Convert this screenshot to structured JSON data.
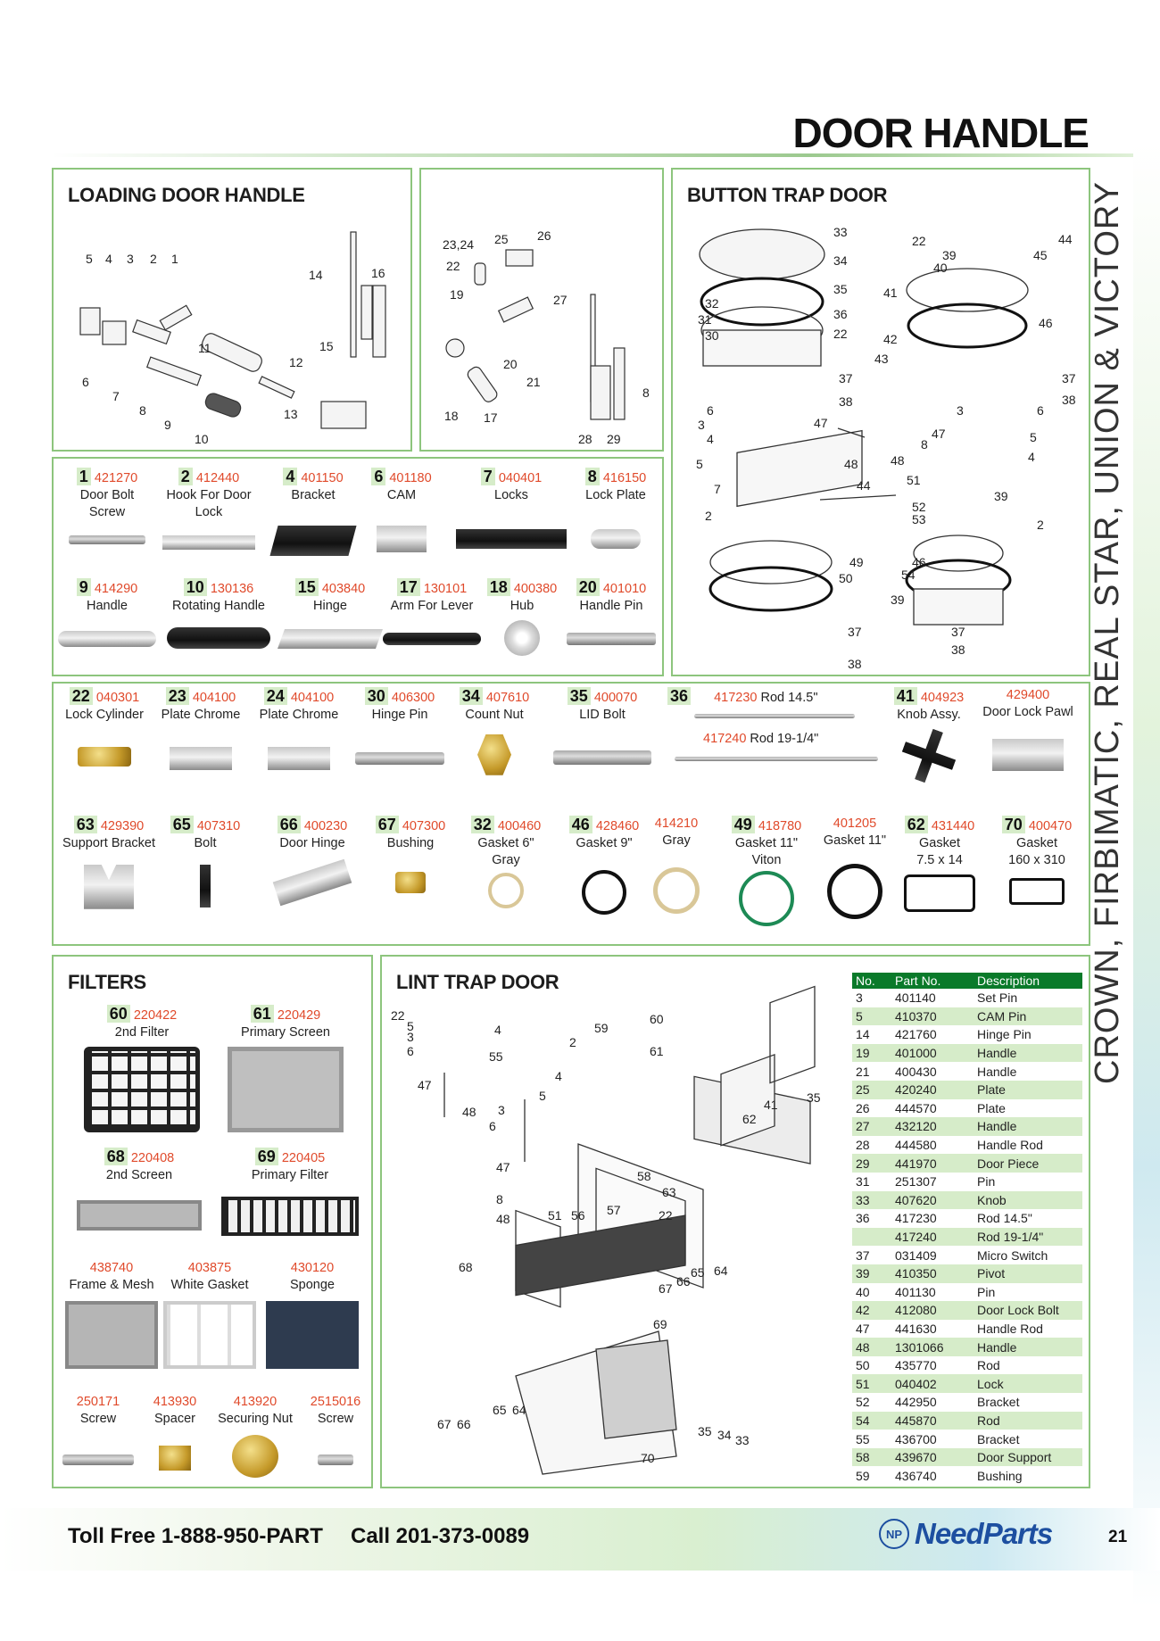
{
  "title": "DOOR HANDLE",
  "side_text": "CROWN, FIRBIMATIC, REAL STAR, UNION & VICTORY",
  "panels": {
    "loading": "LOADING DOOR HANDLE",
    "button": "BUTTON TRAP DOOR",
    "filters": "FILTERS",
    "lint": "LINT TRAP DOOR"
  },
  "loading_callouts": [
    "5",
    "4",
    "3",
    "2",
    "1",
    "14",
    "16",
    "15",
    "11",
    "12",
    "6",
    "7",
    "8",
    "9",
    "10",
    "13"
  ],
  "mid_callouts": [
    "23,24",
    "25",
    "26",
    "22",
    "19",
    "27",
    "20",
    "21",
    "18",
    "17",
    "28",
    "29",
    "8"
  ],
  "button_callouts": [
    "33",
    "34",
    "35",
    "36",
    "22",
    "32",
    "31",
    "30",
    "37",
    "38",
    "22",
    "44",
    "39",
    "45",
    "40",
    "41",
    "46",
    "42",
    "43",
    "37",
    "38",
    "6",
    "3",
    "4",
    "47",
    "5",
    "48",
    "7",
    "44",
    "2",
    "49",
    "50",
    "37",
    "38",
    "3",
    "6",
    "47",
    "8",
    "5",
    "48",
    "4",
    "51",
    "39",
    "52",
    "53",
    "2",
    "46",
    "54",
    "39",
    "37",
    "38"
  ],
  "row1": [
    {
      "num": "1",
      "code": "421270",
      "desc": "Door Bolt Screw"
    },
    {
      "num": "2",
      "code": "412440",
      "desc": "Hook For Door Lock"
    },
    {
      "num": "4",
      "code": "401150",
      "desc": "Bracket"
    },
    {
      "num": "6",
      "code": "401180",
      "desc": "CAM"
    },
    {
      "num": "7",
      "code": "040401",
      "desc": "Locks"
    },
    {
      "num": "8",
      "code": "416150",
      "desc": "Lock Plate"
    }
  ],
  "row2": [
    {
      "num": "9",
      "code": "414290",
      "desc": "Handle"
    },
    {
      "num": "10",
      "code": "130136",
      "desc": "Rotating Handle"
    },
    {
      "num": "15",
      "code": "403840",
      "desc": "Hinge"
    },
    {
      "num": "17",
      "code": "130101",
      "desc": "Arm For Lever"
    },
    {
      "num": "18",
      "code": "400380",
      "desc": "Hub"
    },
    {
      "num": "20",
      "code": "401010",
      "desc": "Handle Pin"
    }
  ],
  "row3": [
    {
      "num": "22",
      "code": "040301",
      "desc": "Lock Cylinder"
    },
    {
      "num": "23",
      "code": "404100",
      "desc": "Plate Chrome"
    },
    {
      "num": "24",
      "code": "404100",
      "desc": "Plate Chrome"
    },
    {
      "num": "30",
      "code": "406300",
      "desc": "Hinge Pin"
    },
    {
      "num": "34",
      "code": "407610",
      "desc": "Count Nut"
    },
    {
      "num": "35",
      "code": "400070",
      "desc": "LID Bolt"
    }
  ],
  "rod36": {
    "num": "36",
    "code1": "417230",
    "desc1": "Rod 14.5\"",
    "code2": "417240",
    "desc2": "Rod 19-1/4\""
  },
  "row3b": [
    {
      "num": "41",
      "code": "404923",
      "desc": "Knob Assy."
    },
    {
      "num": "",
      "code": "429400",
      "desc": "Door Lock Pawl"
    }
  ],
  "row4": [
    {
      "num": "63",
      "code": "429390",
      "desc": "Support Bracket"
    },
    {
      "num": "65",
      "code": "407310",
      "desc": "Bolt"
    },
    {
      "num": "66",
      "code": "400230",
      "desc": "Door Hinge"
    },
    {
      "num": "67",
      "code": "407300",
      "desc": "Bushing"
    },
    {
      "num": "32",
      "code": "400460",
      "desc": "Gasket 6\" Gray"
    },
    {
      "num": "46",
      "code": "428460",
      "desc": "Gasket 9\""
    },
    {
      "num": "",
      "code": "414210",
      "desc": "Gray"
    },
    {
      "num": "49",
      "code": "418780",
      "desc": "Gasket 11\" Viton"
    },
    {
      "num": "",
      "code": "401205",
      "desc": "Gasket 11\""
    },
    {
      "num": "62",
      "code": "431440",
      "desc": "Gasket 7.5 x 14"
    },
    {
      "num": "70",
      "code": "400470",
      "desc": "Gasket 160 x 310"
    }
  ],
  "filters": [
    {
      "num": "60",
      "code": "220422",
      "desc": "2nd Filter"
    },
    {
      "num": "61",
      "code": "220429",
      "desc": "Primary Screen"
    },
    {
      "num": "68",
      "code": "220408",
      "desc": "2nd Screen"
    },
    {
      "num": "69",
      "code": "220405",
      "desc": "Primary Filter"
    }
  ],
  "filter_parts": [
    {
      "code": "438740",
      "desc": "Frame & Mesh"
    },
    {
      "code": "403875",
      "desc": "White Gasket"
    },
    {
      "code": "430120",
      "desc": "Sponge"
    }
  ],
  "hardware": [
    {
      "code": "250171",
      "desc": "Screw"
    },
    {
      "code": "413930",
      "desc": "Spacer"
    },
    {
      "code": "413920",
      "desc": "Securing Nut"
    },
    {
      "code": "2515016",
      "desc": "Screw"
    }
  ],
  "lint_callouts": [
    "22",
    "5",
    "3",
    "6",
    "4",
    "55",
    "47",
    "48",
    "2",
    "59",
    "60",
    "61",
    "5",
    "4",
    "3",
    "6",
    "35",
    "41",
    "62",
    "47",
    "8",
    "48",
    "51",
    "56",
    "57",
    "58",
    "63",
    "22",
    "68",
    "65",
    "64",
    "67",
    "66",
    "69",
    "65",
    "64",
    "67",
    "66",
    "35",
    "34",
    "33",
    "70"
  ],
  "table": {
    "headers": [
      "No.",
      "Part No.",
      "Description"
    ],
    "rows": [
      [
        "3",
        "401140",
        "Set Pin"
      ],
      [
        "5",
        "410370",
        "CAM Pin"
      ],
      [
        "14",
        "421760",
        "Hinge Pin"
      ],
      [
        "19",
        "401000",
        "Handle"
      ],
      [
        "21",
        "400430",
        "Handle"
      ],
      [
        "25",
        "420240",
        "Plate"
      ],
      [
        "26",
        "444570",
        "Plate"
      ],
      [
        "27",
        "432120",
        "Handle"
      ],
      [
        "28",
        "444580",
        "Handle Rod"
      ],
      [
        "29",
        "441970",
        "Door Piece"
      ],
      [
        "31",
        "251307",
        "Pin"
      ],
      [
        "33",
        "407620",
        "Knob"
      ],
      [
        "36",
        "417230",
        "Rod 14.5\""
      ],
      [
        "",
        "417240",
        "Rod 19-1/4\""
      ],
      [
        "37",
        "031409",
        "Micro Switch"
      ],
      [
        "39",
        "410350",
        "Pivot"
      ],
      [
        "40",
        "401130",
        "Pin"
      ],
      [
        "42",
        "412080",
        "Door Lock Bolt"
      ],
      [
        "47",
        "441630",
        "Handle Rod"
      ],
      [
        "48",
        "1301066",
        "Handle"
      ],
      [
        "50",
        "435770",
        "Rod"
      ],
      [
        "51",
        "040402",
        "Lock"
      ],
      [
        "52",
        "442950",
        "Bracket"
      ],
      [
        "54",
        "445870",
        "Rod"
      ],
      [
        "55",
        "436700",
        "Bracket"
      ],
      [
        "58",
        "439670",
        "Door Support"
      ],
      [
        "59",
        "436740",
        "Bushing"
      ]
    ]
  },
  "footer": {
    "toll": "Toll Free 1-888-950-PART",
    "call": "Call 201-373-0089",
    "brand_mark": "NP",
    "brand": "NeedParts",
    "page": "21"
  },
  "colors": {
    "accent_green": "#8dc57d",
    "code_red": "#e04a2b",
    "table_header": "#0a7a2a",
    "brand_blue": "#1d4fa0"
  }
}
